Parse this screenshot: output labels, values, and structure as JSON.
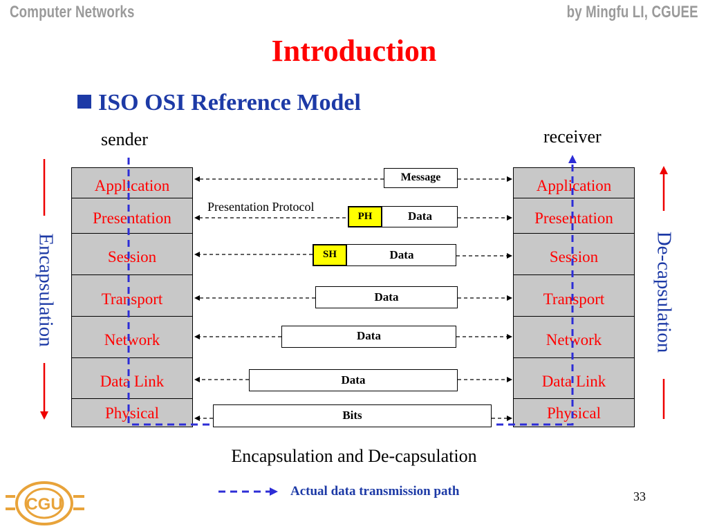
{
  "header": {
    "left": "Computer Networks",
    "right": "by Mingfu LI, CGUEE"
  },
  "title": "Introduction",
  "bullet": "ISO OSI Reference Model",
  "sender_label": "sender",
  "receiver_label": "receiver",
  "layers": [
    "Application",
    "Presentation",
    "Session",
    "Transport",
    "Network",
    "Data Link",
    "Physical"
  ],
  "packets": {
    "message": "Message",
    "presentation": {
      "header": "PH",
      "data": "Data"
    },
    "session": {
      "header": "SH",
      "data": "Data"
    },
    "transport": "Data",
    "network": "Data",
    "datalink": "Data",
    "physical": "Bits"
  },
  "protocol_label": "Presentation Protocol",
  "left_vertical": "Encapsulation",
  "right_vertical": "De-capsulation",
  "caption": "Encapsulation and De-capsulation",
  "legend": "Actual data transmission path",
  "page_number": "33",
  "logo_text": "CGU",
  "colors": {
    "title": "#ff0000",
    "layer_text": "#ff0000",
    "blue_text": "#1d3aa6",
    "path": "#2d2dd6",
    "stack_fill": "#c8c8c8",
    "header_fill": "#ffff00",
    "logo": "#e8a33a",
    "header_text": "#9a9a9a"
  }
}
